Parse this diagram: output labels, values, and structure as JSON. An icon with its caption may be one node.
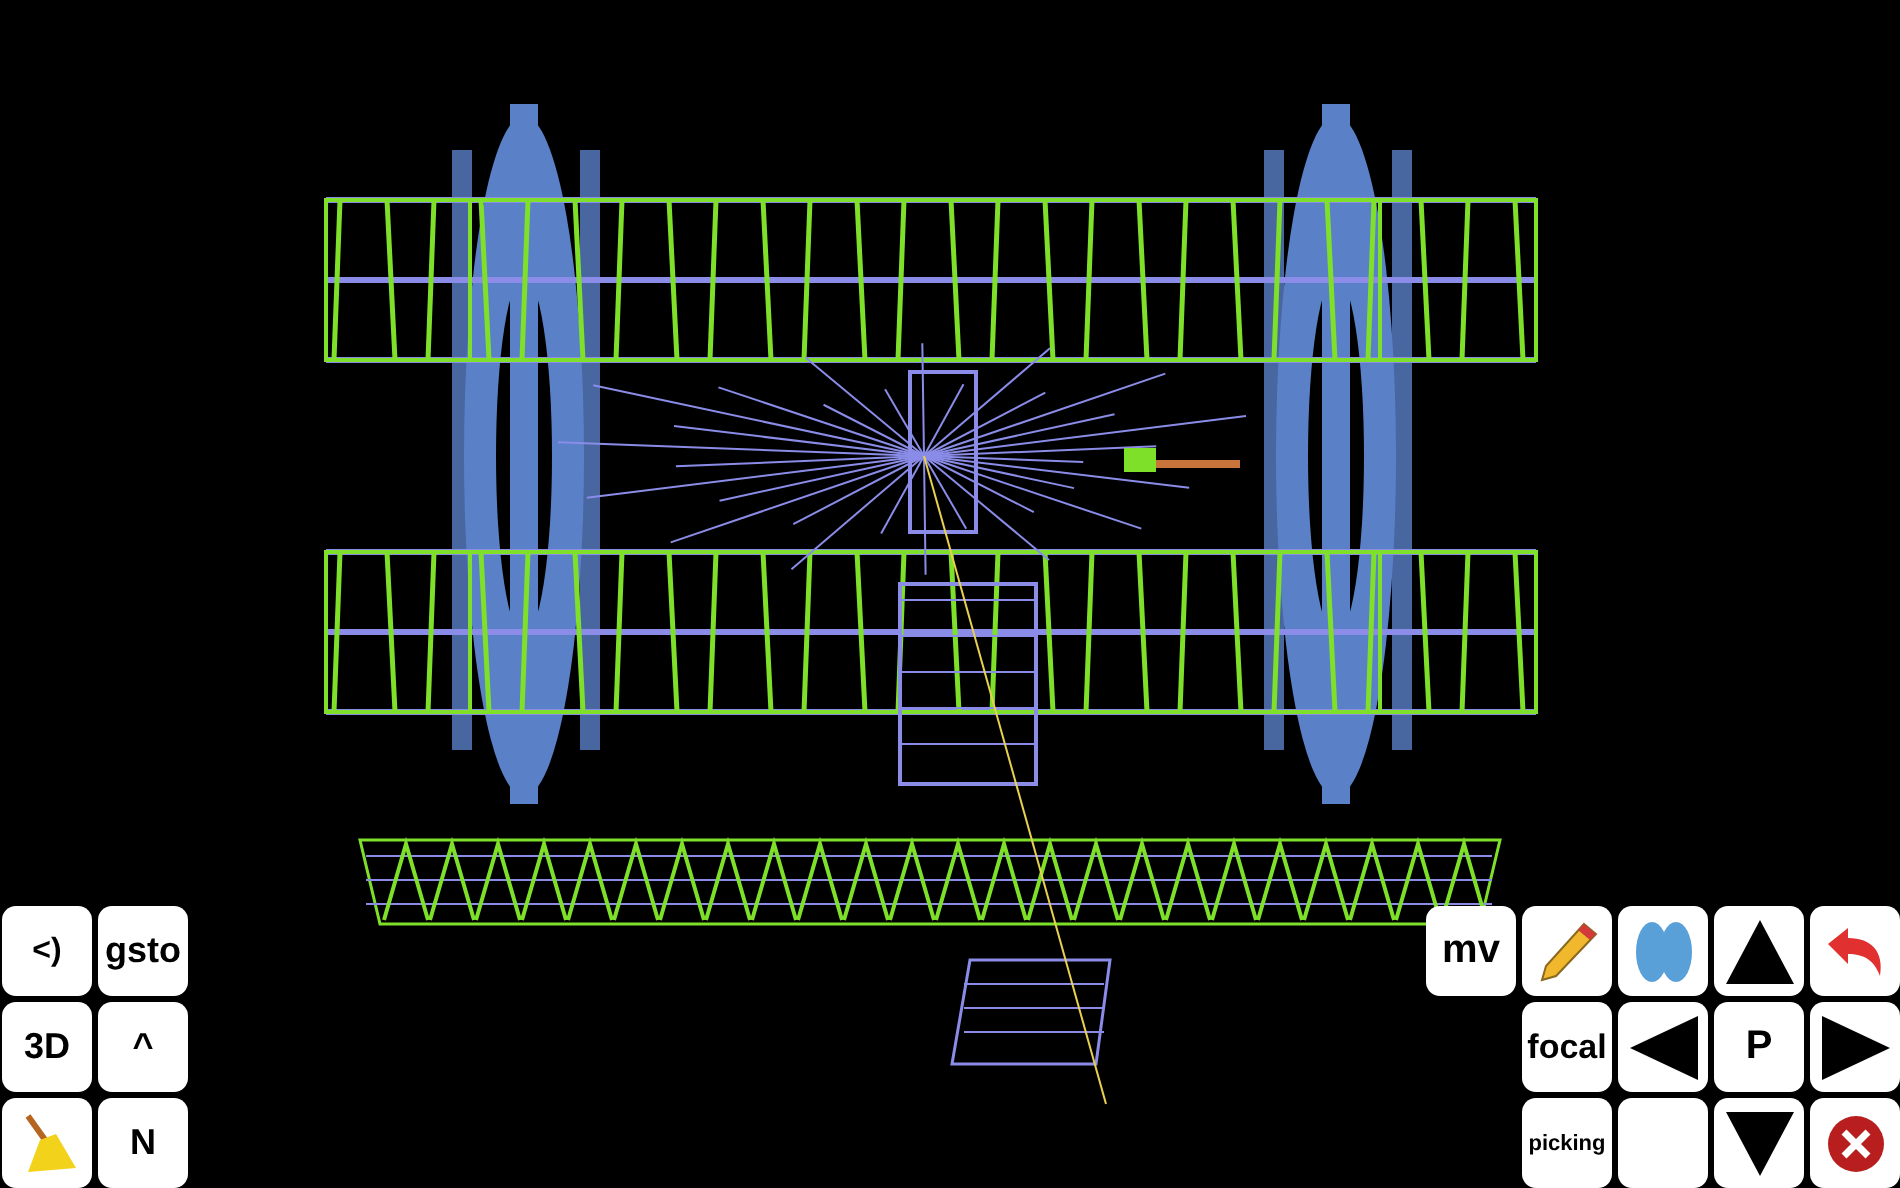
{
  "diagram": {
    "labels": [
      "<)",
      "gsto",
      "3D",
      "^",
      "N",
      "mv",
      "focal",
      "P",
      "picking"
    ]
  }
}
